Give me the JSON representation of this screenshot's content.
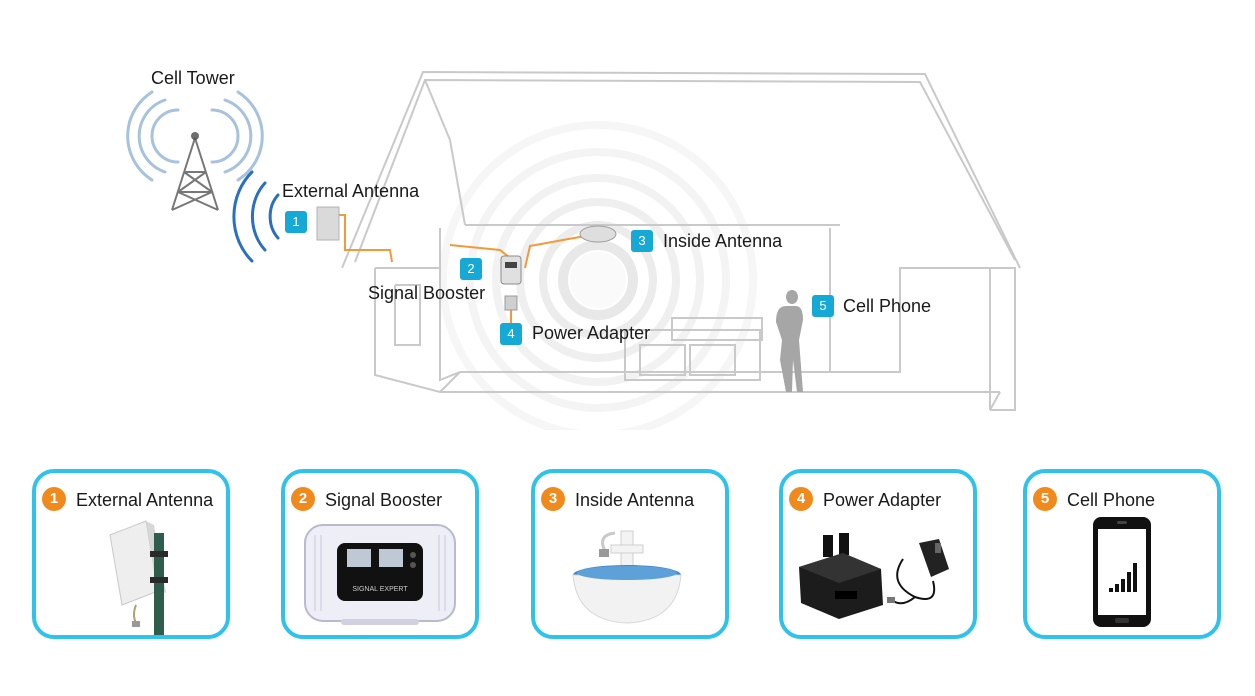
{
  "diagram": {
    "cell_tower_label": "Cell Tower",
    "components": [
      {
        "number": "1",
        "label": "External Antenna"
      },
      {
        "number": "2",
        "label": "Signal Booster"
      },
      {
        "number": "3",
        "label": "Inside Antenna"
      },
      {
        "number": "4",
        "label": "Power Adapter"
      },
      {
        "number": "5",
        "label": "Cell Phone"
      }
    ]
  },
  "cards": [
    {
      "number": "1",
      "title": "External Antenna"
    },
    {
      "number": "2",
      "title": "Signal Booster",
      "device_text": "SIGNAL EXPERT"
    },
    {
      "number": "3",
      "title": "Inside Antenna"
    },
    {
      "number": "4",
      "title": "Power Adapter"
    },
    {
      "number": "5",
      "title": "Cell Phone"
    }
  ],
  "colors": {
    "badge_blue": "#17a9d6",
    "badge_orange": "#f08a1c",
    "card_border": "#2fc2ea",
    "cable_orange": "#f29a3a",
    "house_line": "#c9c9c9"
  }
}
